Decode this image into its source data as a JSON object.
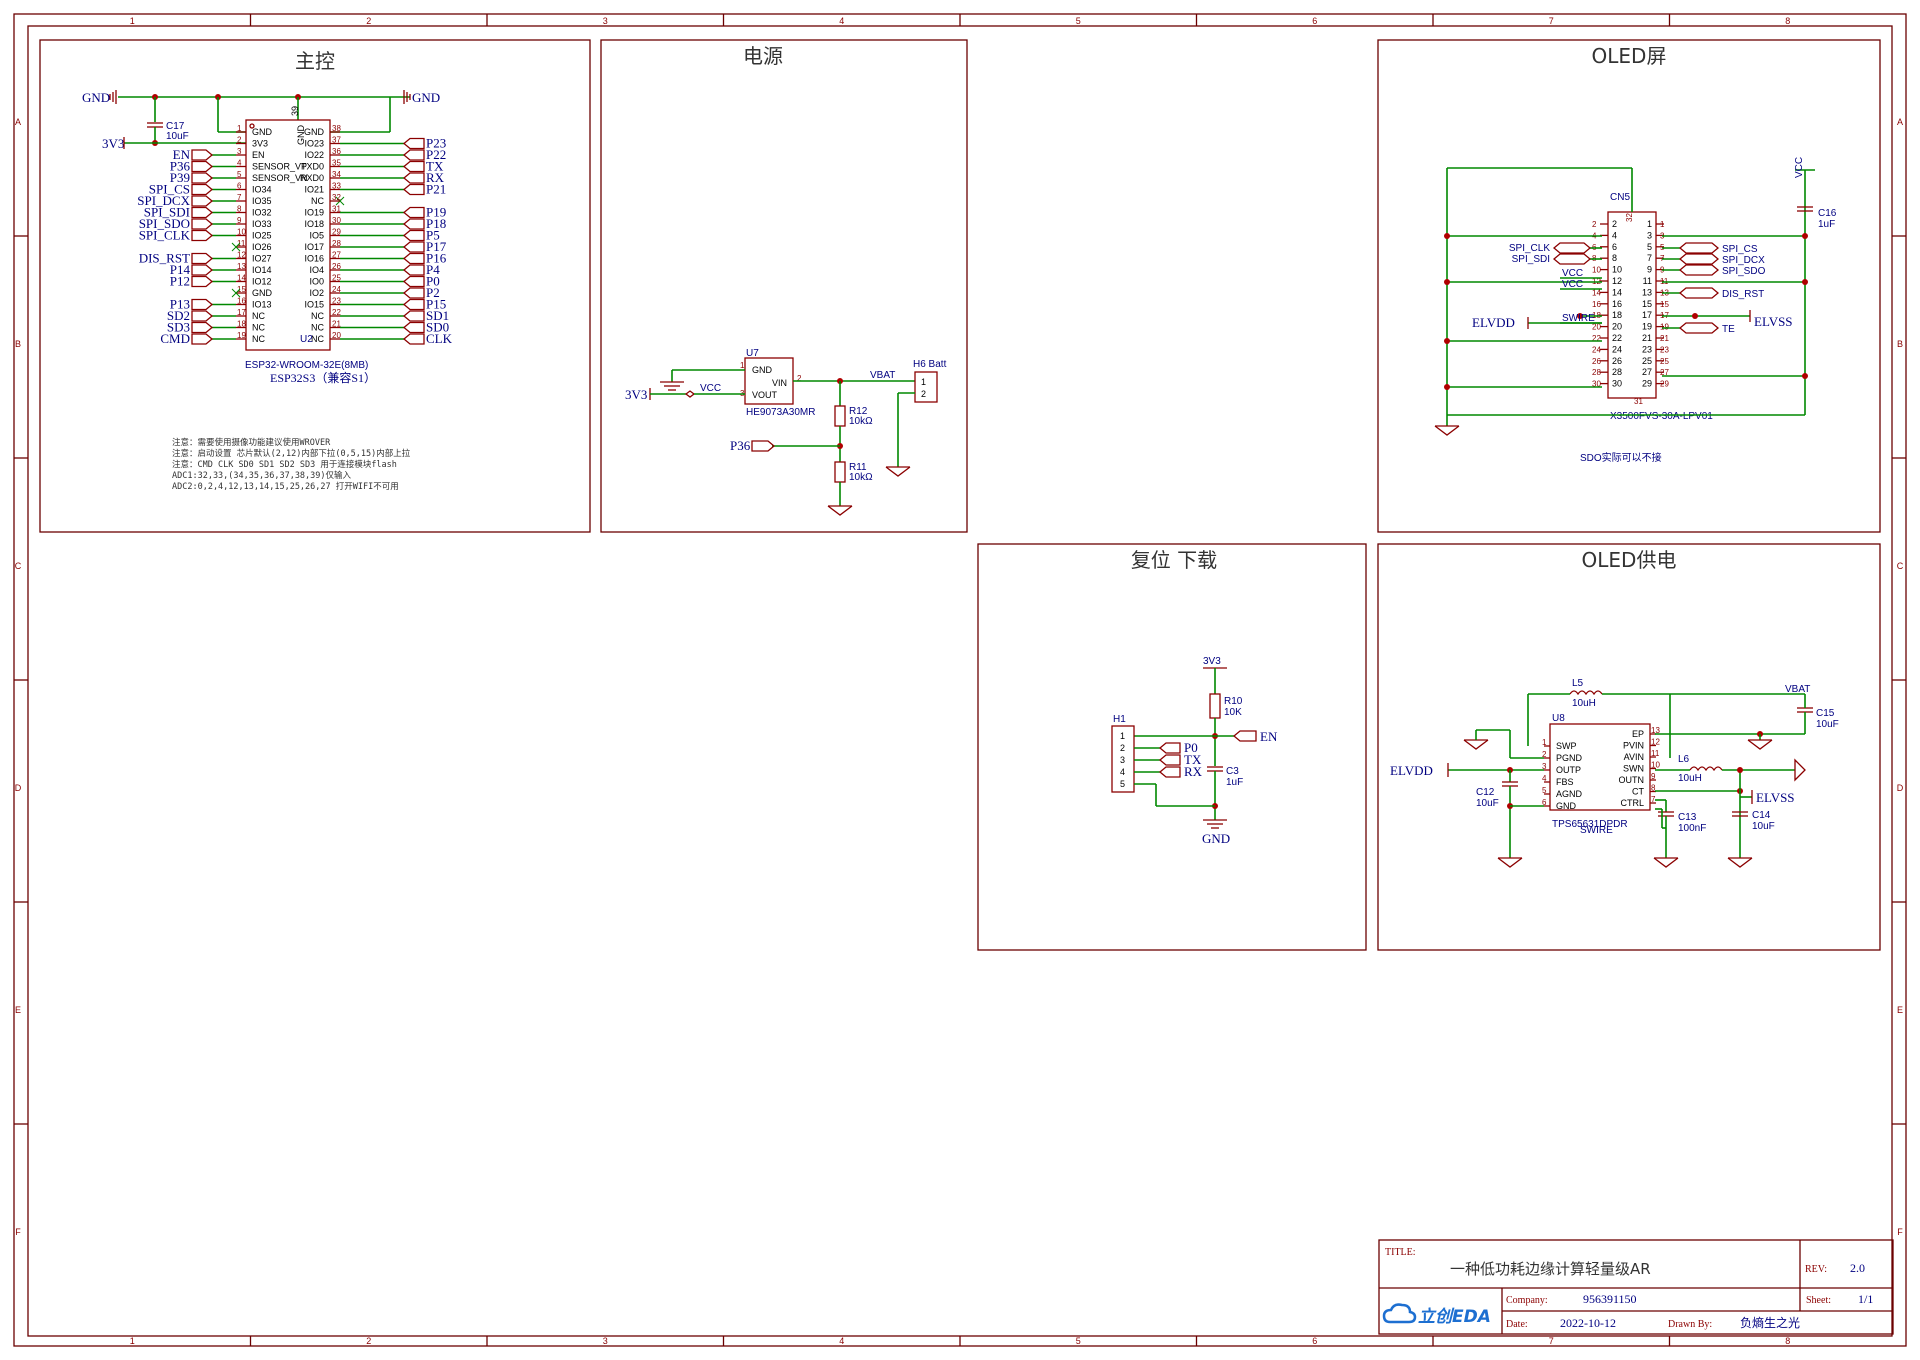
{
  "ruler": {
    "cols": [
      "1",
      "2",
      "3",
      "4",
      "5",
      "6",
      "7",
      "8"
    ],
    "rows": [
      "A",
      "B",
      "C",
      "D",
      "E",
      "F"
    ]
  },
  "sections": {
    "main": "主控",
    "power": "电源",
    "oled": "OLED屏",
    "reset": "复位    下载",
    "oled_supply": "OLED供电"
  },
  "main": {
    "gnd_left": "GND",
    "gnd_right": "GND",
    "v3": "3V3",
    "c17_ref": "C17",
    "c17_val": "10uF",
    "u2_ref": "U2",
    "module_name": "ESP32-WROOM-32E(8MB)",
    "module_sub": "ESP32S3（兼容S1）",
    "top_pin_num": "39",
    "top_pin_name": "GND",
    "left_pins": [
      "GND",
      "3V3",
      "EN",
      "SENSOR_VP",
      "SENSOR_VN",
      "IO34",
      "IO35",
      "IO32",
      "IO33",
      "IO25",
      "IO26",
      "IO27",
      "IO14",
      "IO12",
      "GND",
      "IO13",
      "NC",
      "NC",
      "NC"
    ],
    "left_nums": [
      "1",
      "2",
      "3",
      "4",
      "5",
      "6",
      "7",
      "8",
      "9",
      "10",
      "11",
      "12",
      "13",
      "14",
      "15",
      "16",
      "17",
      "18",
      "19"
    ],
    "right_pins": [
      "GND",
      "IO23",
      "IO22",
      "TXD0",
      "RXD0",
      "IO21",
      "NC",
      "IO19",
      "IO18",
      "IO5",
      "IO17",
      "IO16",
      "IO4",
      "IO0",
      "IO2",
      "IO15",
      "NC",
      "NC",
      "NC"
    ],
    "right_nums": [
      "38",
      "37",
      "36",
      "35",
      "34",
      "33",
      "32",
      "31",
      "30",
      "29",
      "28",
      "27",
      "26",
      "25",
      "24",
      "23",
      "22",
      "21",
      "20"
    ],
    "left_labels": [
      {
        "text": "EN",
        "row": 2
      },
      {
        "text": "P36",
        "row": 3
      },
      {
        "text": "P39",
        "row": 4
      },
      {
        "text": "SPI_CS",
        "row": 5
      },
      {
        "text": "SPI_DCX",
        "row": 6
      },
      {
        "text": "SPI_SDI",
        "row": 7
      },
      {
        "text": "SPI_SDO",
        "row": 8
      },
      {
        "text": "SPI_CLK",
        "row": 9
      },
      {
        "text": "DIS_RST",
        "row": 11
      },
      {
        "text": "P14",
        "row": 12
      },
      {
        "text": "P12",
        "row": 13
      },
      {
        "text": "P13",
        "row": 15
      },
      {
        "text": "SD2",
        "row": 16
      },
      {
        "text": "SD3",
        "row": 17
      },
      {
        "text": "CMD",
        "row": 18
      }
    ],
    "right_labels": [
      {
        "text": "P23",
        "row": 1
      },
      {
        "text": "P22",
        "row": 2
      },
      {
        "text": "TX",
        "row": 3
      },
      {
        "text": "RX",
        "row": 4
      },
      {
        "text": "P21",
        "row": 5
      },
      {
        "text": "P19",
        "row": 7
      },
      {
        "text": "P18",
        "row": 8
      },
      {
        "text": "P5",
        "row": 9
      },
      {
        "text": "P17",
        "row": 10
      },
      {
        "text": "P16",
        "row": 11
      },
      {
        "text": "P4",
        "row": 12
      },
      {
        "text": "P0",
        "row": 13
      },
      {
        "text": "P2",
        "row": 14
      },
      {
        "text": "P15",
        "row": 15
      },
      {
        "text": "SD1",
        "row": 16
      },
      {
        "text": "SD0",
        "row": 17
      },
      {
        "text": "CLK",
        "row": 18
      }
    ],
    "notes": [
      "注意：需要使用摄像功能建议使用WROVER",
      "注意：启动设置 芯片默认(2,12)内部下拉(0,5,15)内部上拉",
      "注意：CMD CLK SD0 SD1 SD2 SD3 用于连接模块flash",
      "ADC1:32,33,(34,35,36,37,38,39)仅输入",
      "ADC2:0,2,4,12,13,14,15,25,26,27 打开WIFI不可用"
    ]
  },
  "power": {
    "u7_ref": "U7",
    "u7_name": "HE9073A30MR",
    "pins": {
      "gnd": "GND",
      "vin": "VIN",
      "vout": "VOUT"
    },
    "pin_nums": {
      "gnd": "1",
      "vin": "2",
      "vout": "3"
    },
    "v3": "3V3",
    "vcc": "VCC",
    "vbat": "VBAT",
    "h6": "H6 Batt",
    "h6_pins": [
      "1",
      "2"
    ],
    "r12_ref": "R12",
    "r12_val": "10kΩ",
    "r11_ref": "R11",
    "r11_val": "10kΩ",
    "p36": "P36"
  },
  "oled": {
    "cn5": "CN5",
    "part": "X3500FVS-30A-LPV01",
    "vcc_top": "VCC",
    "c16_ref": "C16",
    "c16_val": "1uF",
    "inner_left": [
      "2",
      "4",
      "6",
      "8",
      "10",
      "12",
      "14",
      "16",
      "18",
      "20",
      "22",
      "24",
      "26",
      "28",
      "30"
    ],
    "inner_right": [
      "1",
      "3",
      "5",
      "7",
      "9",
      "11",
      "13",
      "15",
      "17",
      "19",
      "21",
      "23",
      "25",
      "27",
      "29"
    ],
    "outer_left": [
      "2",
      "4",
      "6",
      "8",
      "10",
      "12",
      "14",
      "16",
      "18",
      "20",
      "22",
      "24",
      "26",
      "28",
      "30"
    ],
    "outer_right": [
      "1",
      "3",
      "5",
      "7",
      "9",
      "11",
      "13",
      "15",
      "17",
      "19",
      "21",
      "23",
      "25",
      "27",
      "29"
    ],
    "top_pin": "32",
    "bot_pin": "31",
    "left_labels": [
      "SPI_CLK",
      "SPI_SDI",
      "VCC",
      "VCC",
      "SWIRE"
    ],
    "right_labels": [
      "SPI_CS",
      "SPI_DCX",
      "SPI_SDO",
      "DIS_RST",
      "TE"
    ],
    "elvdd": "ELVDD",
    "elvss": "ELVSS",
    "note": "SDO实际可以不接"
  },
  "reset": {
    "v3": "3V3",
    "r10_ref": "R10",
    "r10_val": "10K",
    "c3_ref": "C3",
    "c3_val": "1uF",
    "en": "EN",
    "gnd": "GND",
    "h1": "H1",
    "h1_pins": [
      "1",
      "2",
      "3",
      "4",
      "5"
    ],
    "labels": [
      "P0",
      "TX",
      "RX"
    ]
  },
  "oled_supply": {
    "l5_ref": "L5",
    "l5_val": "10uH",
    "vbat": "VBAT",
    "c15_ref": "C15",
    "c15_val": "10uF",
    "u8_ref": "U8",
    "u8_name": "TPS65631DPDR",
    "left_pins": [
      "SWP",
      "PGND",
      "OUTP",
      "FBS",
      "AGND",
      "GND"
    ],
    "left_nums": [
      "1",
      "2",
      "3",
      "4",
      "5",
      "6"
    ],
    "right_pins": [
      "EP",
      "PVIN",
      "AVIN",
      "SWN",
      "OUTN",
      "CT",
      "CTRL"
    ],
    "right_nums": [
      "13",
      "12",
      "11",
      "10",
      "9",
      "8",
      "7"
    ],
    "l6_ref": "L6",
    "l6_val": "10uH",
    "elvdd": "ELVDD",
    "elvss": "ELVSS",
    "c12_ref": "C12",
    "c12_val": "10uF",
    "c13_ref": "C13",
    "c13_val": "100nF",
    "c14_ref": "C14",
    "c14_val": "10uF",
    "swire": "SWIRE"
  },
  "title_block": {
    "title_label": "TITLE:",
    "title": "一种低功耗边缘计算轻量级AR",
    "rev_label": "REV:",
    "rev": "2.0",
    "company_label": "Company:",
    "company": "956391150",
    "sheet_label": "Sheet:",
    "sheet": "1/1",
    "date_label": "Date:",
    "date": "2022-10-12",
    "drawn_label": "Drawn By:",
    "drawn": "负熵生之光",
    "logo": "立创EDA"
  }
}
